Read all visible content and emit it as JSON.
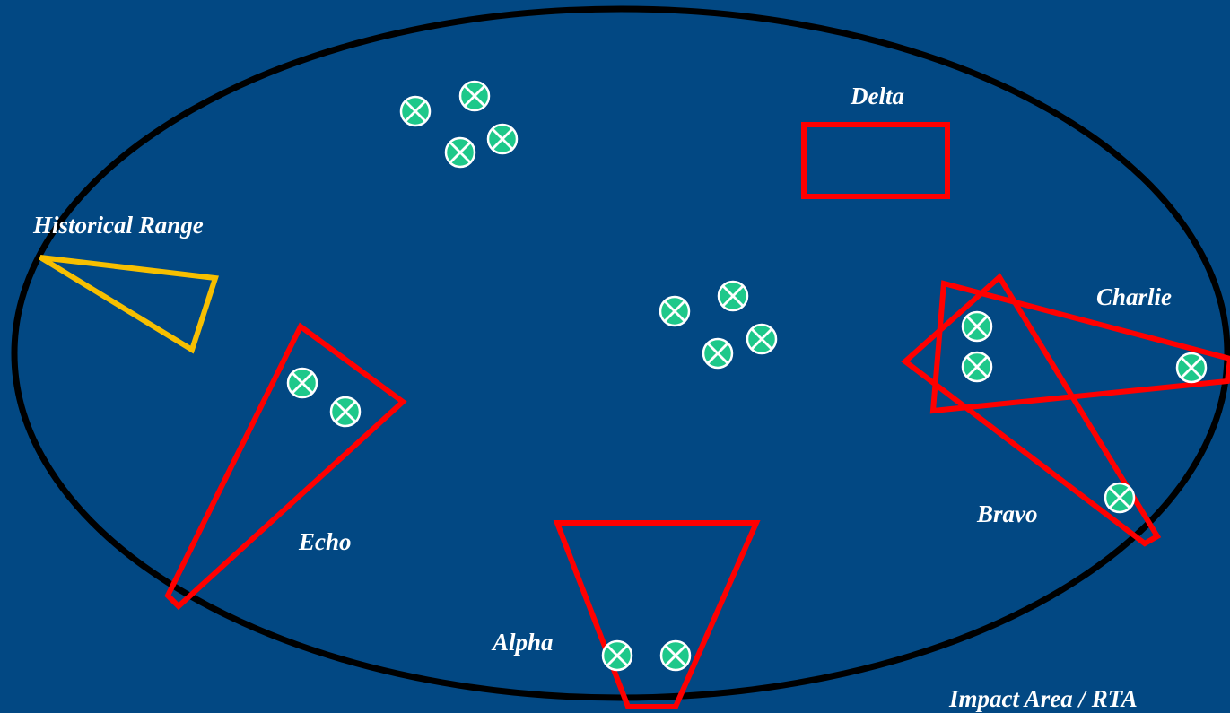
{
  "diagram": {
    "background_color": "#024883",
    "boundary": {
      "label": "Impact Area / RTA",
      "color": "#000000"
    },
    "historical_range": {
      "label": "Historical Range",
      "color": "#f7bf00"
    },
    "zones": {
      "alpha": {
        "label": "Alpha",
        "color": "#ff0000"
      },
      "bravo": {
        "label": "Bravo",
        "color": "#ff0000"
      },
      "charlie": {
        "label": "Charlie",
        "color": "#ff0000"
      },
      "delta": {
        "label": "Delta",
        "color": "#ff0000"
      },
      "echo": {
        "label": "Echo",
        "color": "#ff0000"
      }
    },
    "marker": {
      "icon": "circled-x-icon",
      "color": "#1ec88a",
      "clusters": [
        {
          "name": "north-cluster",
          "count": 4
        },
        {
          "name": "central-cluster",
          "count": 4
        },
        {
          "name": "echo",
          "count": 2
        },
        {
          "name": "alpha",
          "count": 2
        },
        {
          "name": "charlie-bravo",
          "count": 4
        }
      ]
    }
  }
}
